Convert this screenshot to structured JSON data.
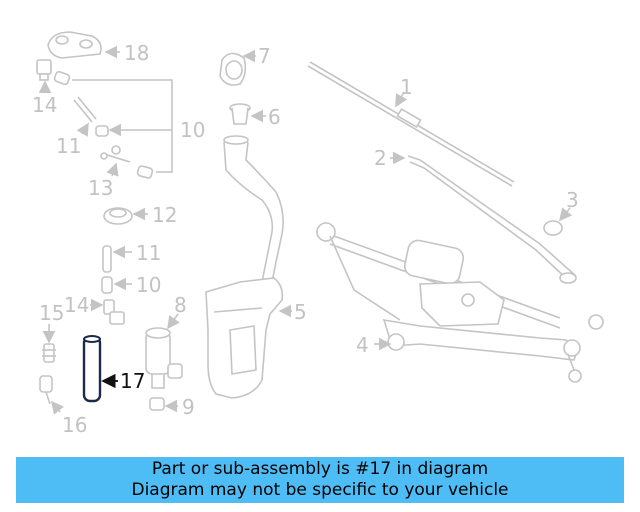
{
  "callouts": {
    "c1": "1",
    "c2": "2",
    "c3": "3",
    "c4": "4",
    "c5": "5",
    "c6": "6",
    "c7": "7",
    "c8": "8",
    "c9": "9",
    "c10a": "10",
    "c10b": "10",
    "c11a": "11",
    "c11b": "11",
    "c12": "12",
    "c13": "13",
    "c14a": "14",
    "c14b": "14",
    "c15": "15",
    "c16": "16",
    "c17": "17",
    "c18": "18"
  },
  "highlighted_part": "17",
  "banner": {
    "line1": "Part or sub-assembly is #17 in diagram",
    "line2": "Diagram may not be specific to your vehicle",
    "background": "#4fbdf5"
  },
  "colors": {
    "part_stroke": "#c4c4c4",
    "label": "#c2c2c2",
    "highlight": "#1b2a4a"
  }
}
